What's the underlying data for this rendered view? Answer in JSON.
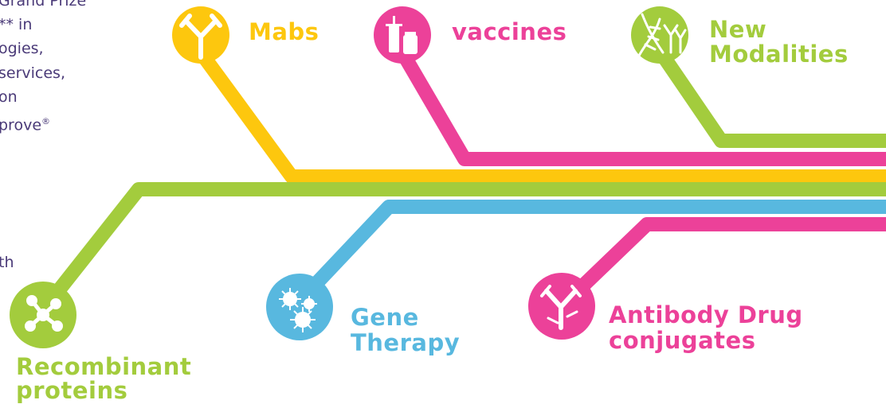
{
  "side_text": {
    "lines": [
      "Grand Prize",
      "** in",
      "ogies,",
      "services,",
      "on",
      "prove",
      "",
      "",
      "",
      "",
      "th"
    ],
    "registered_mark": "®"
  },
  "colors": {
    "green": "#a3cc3d",
    "yellow": "#fdc70e",
    "pink": "#ec4199",
    "blue": "#58b8df",
    "text_purple": "#4a3a78",
    "white": "#ffffff"
  },
  "categories": [
    {
      "key": "mabs",
      "lines": [
        "Mabs"
      ],
      "color": "#fdc70e",
      "icon": "antibody-icon"
    },
    {
      "key": "vaccines",
      "lines": [
        "vaccines"
      ],
      "color": "#ec4199",
      "icon": "vaccine-vial-icon"
    },
    {
      "key": "new_modalities",
      "lines": [
        "New",
        "Modalities"
      ],
      "color": "#a3cc3d",
      "icon": "dna-antibody-icon"
    },
    {
      "key": "recombinant",
      "lines": [
        "Recombinant",
        "proteins"
      ],
      "color": "#a3cc3d",
      "icon": "protein-molecule-icon"
    },
    {
      "key": "gene_therapy",
      "lines": [
        "Gene",
        "Therapy"
      ],
      "color": "#58b8df",
      "icon": "virus-icon"
    },
    {
      "key": "adc",
      "lines": [
        "Antibody Drug",
        "conjugates"
      ],
      "color": "#ec4199",
      "icon": "antibody-drug-conjugate-icon"
    }
  ]
}
